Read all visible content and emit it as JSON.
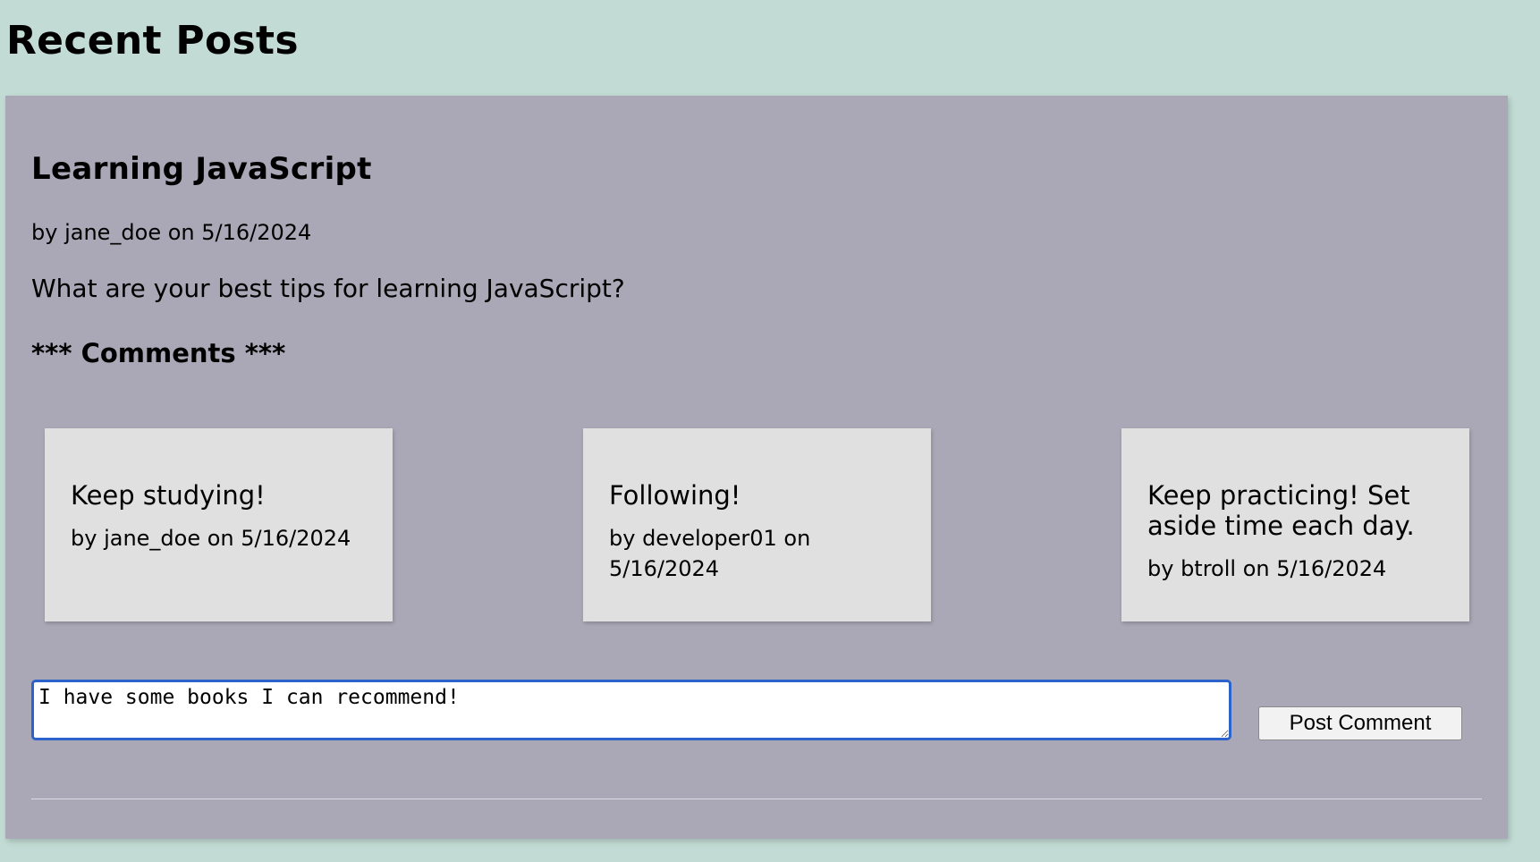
{
  "page": {
    "title": "Recent Posts"
  },
  "post": {
    "title": "Learning JavaScript",
    "meta": "by jane_doe on 5/16/2024",
    "body": "What are your best tips for learning JavaScript?",
    "comments_heading": "*** Comments ***",
    "comments": [
      {
        "text": "Keep studying!",
        "meta": "by jane_doe on 5/16/2024"
      },
      {
        "text": "Following!",
        "meta": "by developer01 on 5/16/2024"
      },
      {
        "text": "Keep practicing! Set aside time each day.",
        "meta": "by btroll on 5/16/2024"
      }
    ],
    "comment_form": {
      "value": "I have some books I can recommend!",
      "button_label": "Post Comment"
    }
  },
  "colors": {
    "page_background": "#c2dbd4",
    "post_background": "#aaa7b6",
    "comment_background": "#e0e0e0",
    "input_focus_border": "#2c62c9"
  }
}
